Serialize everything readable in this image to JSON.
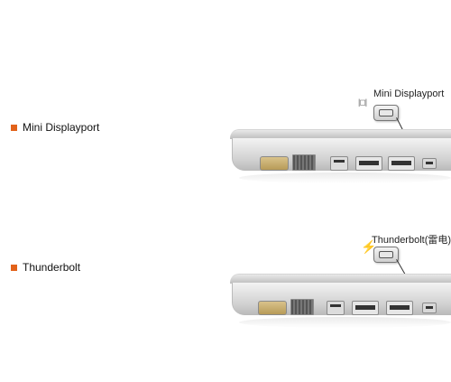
{
  "sections": [
    {
      "label": "Mini Displayport",
      "callout": "Mini Displayport",
      "bullet_color": "#e2621a",
      "icon": "mini-displayport-icon"
    },
    {
      "label": "Thunderbolt",
      "callout": "Thunderbolt(雷电)",
      "bullet_color": "#e2621a",
      "icon": "thunderbolt-icon"
    }
  ]
}
